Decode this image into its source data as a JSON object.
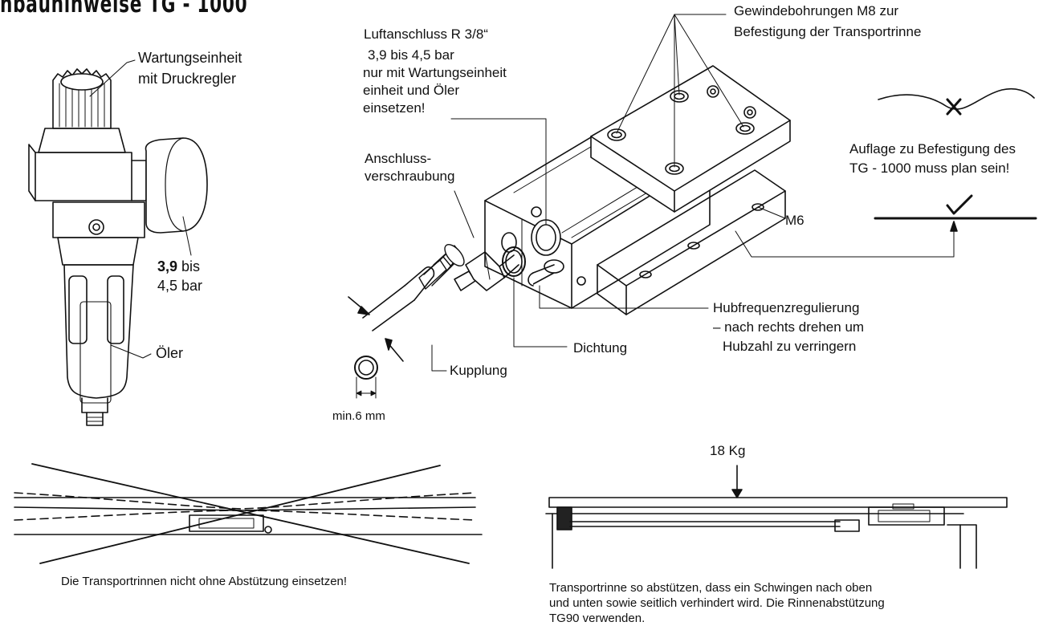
{
  "title": "nbauhinweise TG - 1000",
  "labels": {
    "wartungseinheit_1": "Wartungseinheit",
    "wartungseinheit_2": "mit Druckregler",
    "pressure_strong": "3,9",
    "pressure_rest1": " bis",
    "pressure_2": "4,5 bar",
    "oeler": "Öler",
    "luftanschluss_1": "Luftanschluss R 3/8“",
    "luftanschluss_2": "3,9 bis 4,5 bar",
    "luftanschluss_3": "nur mit Wartungseinheit",
    "luftanschluss_4": "einheit und Öler",
    "luftanschluss_5": "einsetzen!",
    "anschluss_1": "Anschluss-",
    "anschluss_2": "verschraubung",
    "gewinde_1": "Gewindebohrungen M8 zur",
    "gewinde_2": "Befestigung der Transportrinne",
    "auflage_1": "Auflage zu Befestigung des",
    "auflage_2": "TG - 1000 muss plan sein!",
    "m6": "M6",
    "hub_1": "Hubfrequenzregulierung",
    "hub_2": "– nach rechts drehen um",
    "hub_3": "Hubzahl zu verringern",
    "dichtung": "Dichtung",
    "kupplung": "Kupplung",
    "min_tube": "min.6 mm",
    "weight": "18 Kg",
    "caption_left": "Die Transportrinnen nicht ohne Abstützung einsetzen!",
    "caption_right_1": "Transportrinne so abstützen, dass ein Schwingen nach oben",
    "caption_right_2": "und unten sowie seitlich verhindert wird. Die Rinnenabstützung",
    "caption_right_3": "TG90 verwenden."
  }
}
